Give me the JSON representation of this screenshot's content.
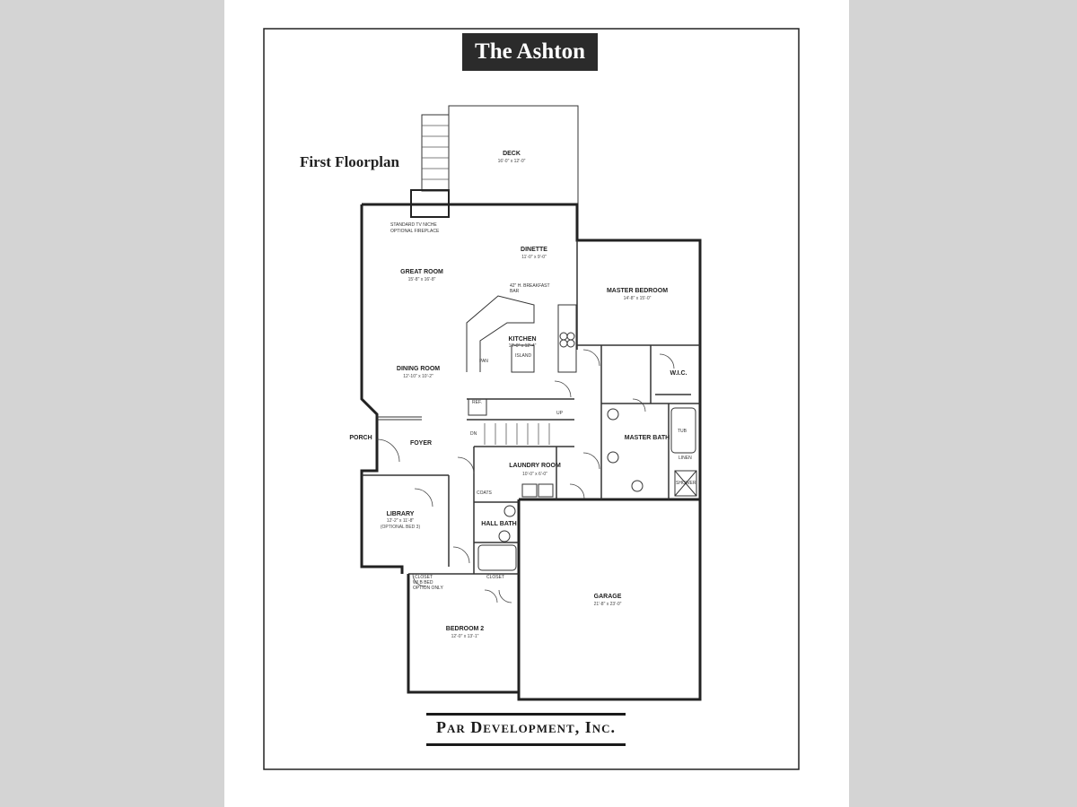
{
  "title": "The Ashton",
  "subtitle": "First Floorplan",
  "company": "Par Development, Inc.",
  "rooms": {
    "deck": {
      "name": "DECK",
      "dims": "16'-0\" x 12'-0\""
    },
    "dinette": {
      "name": "DINETTE",
      "dims": "11'-0\" x 9'-0\""
    },
    "great_room": {
      "name": "GREAT ROOM",
      "dims": "15'-8\" x 16'-8\""
    },
    "kitchen": {
      "name": "KITCHEN",
      "dims": "12'-0\" x 12'-4\""
    },
    "dining_room": {
      "name": "DINING ROOM",
      "dims": "12'-10\" x 10'-2\""
    },
    "foyer": {
      "name": "FOYER"
    },
    "porch": {
      "name": "PORCH"
    },
    "library": {
      "name": "LIBRARY",
      "dims": "12'-2\" x 11'-8\"",
      "note": "(OPTIONAL BED 3)"
    },
    "laundry": {
      "name": "LAUNDRY ROOM",
      "dims": "10'-0\" x 6'-0\""
    },
    "hall_bath": {
      "name": "HALL BATH"
    },
    "bedroom2": {
      "name": "BEDROOM 2",
      "dims": "12'-0\" x 13'-1\""
    },
    "garage": {
      "name": "GARAGE",
      "dims": "21'-8\" x 23'-0\""
    },
    "master_bedroom": {
      "name": "MASTER BEDROOM",
      "dims": "14'-8\" x 15'-0\""
    },
    "wic": {
      "name": "W.I.C."
    },
    "master_bath": {
      "name": "MASTER BATH"
    }
  },
  "notes": {
    "fireplace": "STANDARD TV NICHE",
    "fireplace2": "OPTIONAL FIREPLACE",
    "breakfast": "42\" H. BREAKFAST",
    "breakfast2": "BAR",
    "island": "ISLAND",
    "pantry": "PAN",
    "ref": "REF.",
    "closet_bed3": "CLOSET",
    "closet_bed3b": "W/ B BED",
    "closet_bed3c": "OPTION ONLY",
    "closet": "CLOSET",
    "coats": "COATS",
    "tub": "TUB",
    "linen": "LINEN",
    "shower": "SHOWER",
    "dn": "DN",
    "up": "UP"
  }
}
